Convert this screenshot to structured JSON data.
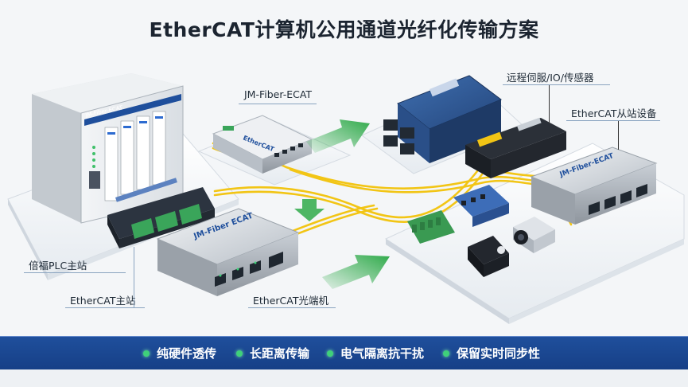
{
  "title": "EtherCAT计算机公用通道光纤化传输方案",
  "devices": {
    "plc_brand": "JM-Fiber-ECAT",
    "converter_top_face": "EtherCAT",
    "converter_bottom_face": "JM-Fiber ECAT",
    "slave_face": "JM-Fiber-ECAT"
  },
  "labels": {
    "top_converter": "JM-Fiber-ECAT",
    "remote_devices": "远程伺服/IO/传感器",
    "slave_devices": "EtherCAT从站设备",
    "plc_master": "倍福PLC主站",
    "ethercat_master": "EtherCAT主站",
    "optical_terminal": "EtherCAT光端机"
  },
  "features": [
    "纯硬件透传",
    "长距离传输",
    "电气隔离抗干扰",
    "保留实时同步性"
  ],
  "colors": {
    "fiber": "#f2c515",
    "arrow": "#2faa4a",
    "footer": "#1f4f9c",
    "title": "#1b2430"
  }
}
